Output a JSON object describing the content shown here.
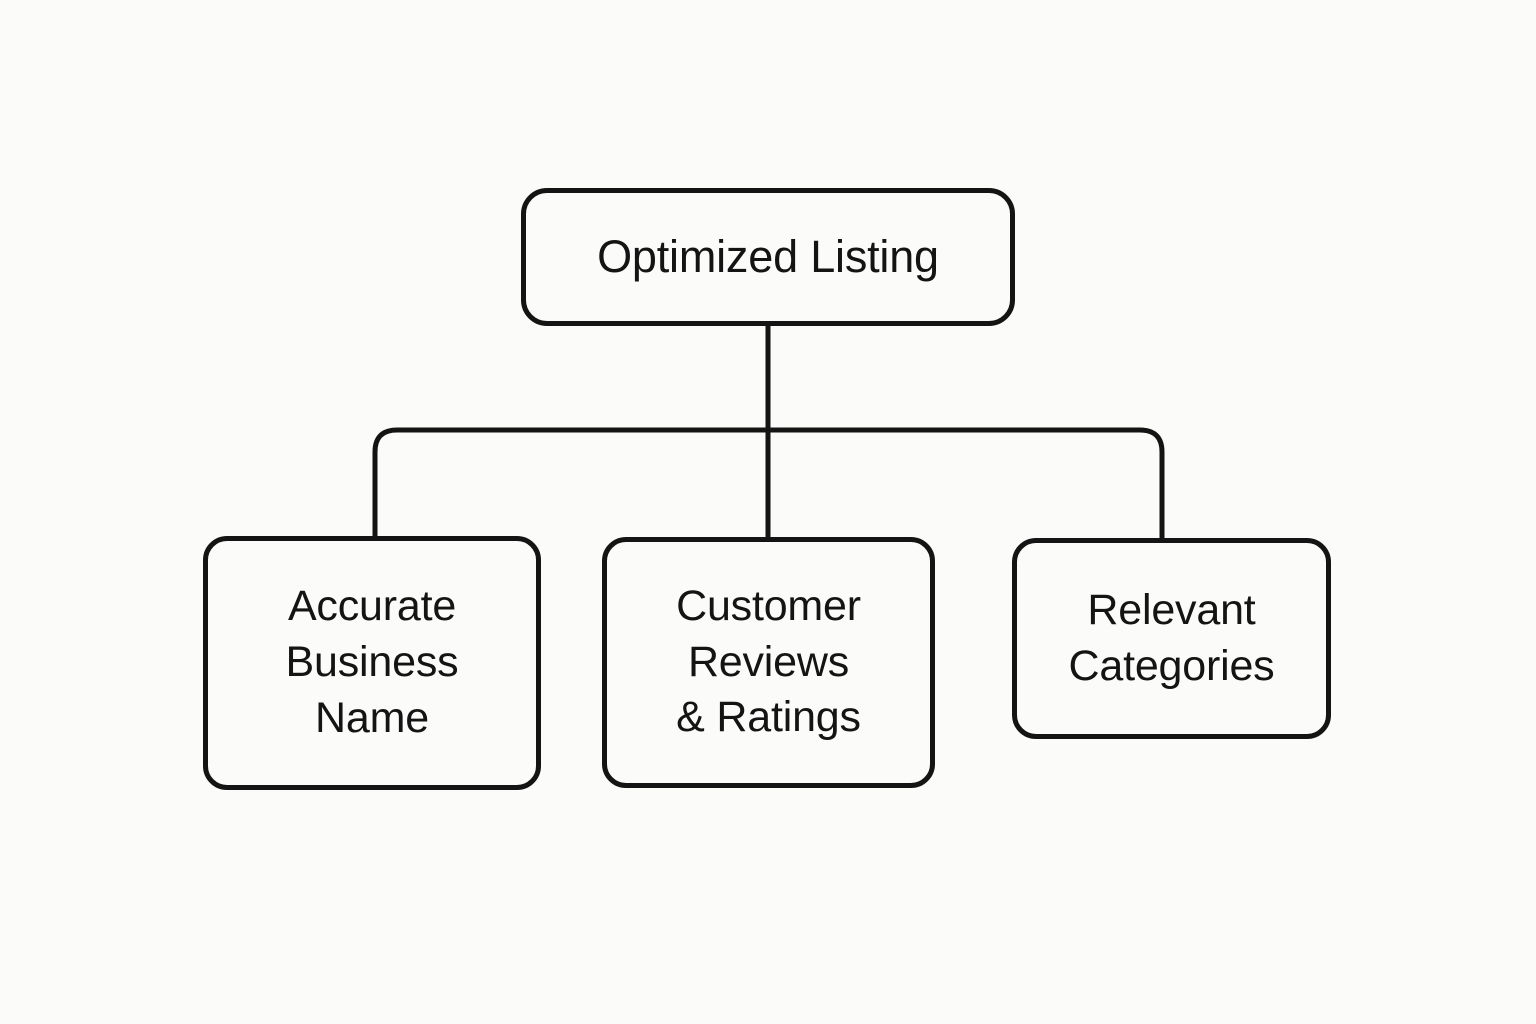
{
  "diagram": {
    "type": "hierarchy-tree",
    "orientation": "top-down",
    "background_color": "#fbfbfa",
    "stroke_color": "#141414",
    "text_color": "#141414",
    "root": {
      "id": "optimized-listing",
      "label": "Optimized Listing"
    },
    "children": [
      {
        "id": "accurate-business-name",
        "label": "Accurate\nBusiness\nName"
      },
      {
        "id": "customer-reviews-ratings",
        "label": "Customer\nReviews\n& Ratings"
      },
      {
        "id": "relevant-categories",
        "label": "Relevant\nCategories"
      }
    ],
    "connectors": {
      "trunk_label": "root-to-bus-trunk",
      "bus_label": "horizontal-bus",
      "branch_labels": [
        "branch-to-accurate-business-name",
        "branch-to-customer-reviews-ratings",
        "branch-to-relevant-categories"
      ]
    }
  }
}
